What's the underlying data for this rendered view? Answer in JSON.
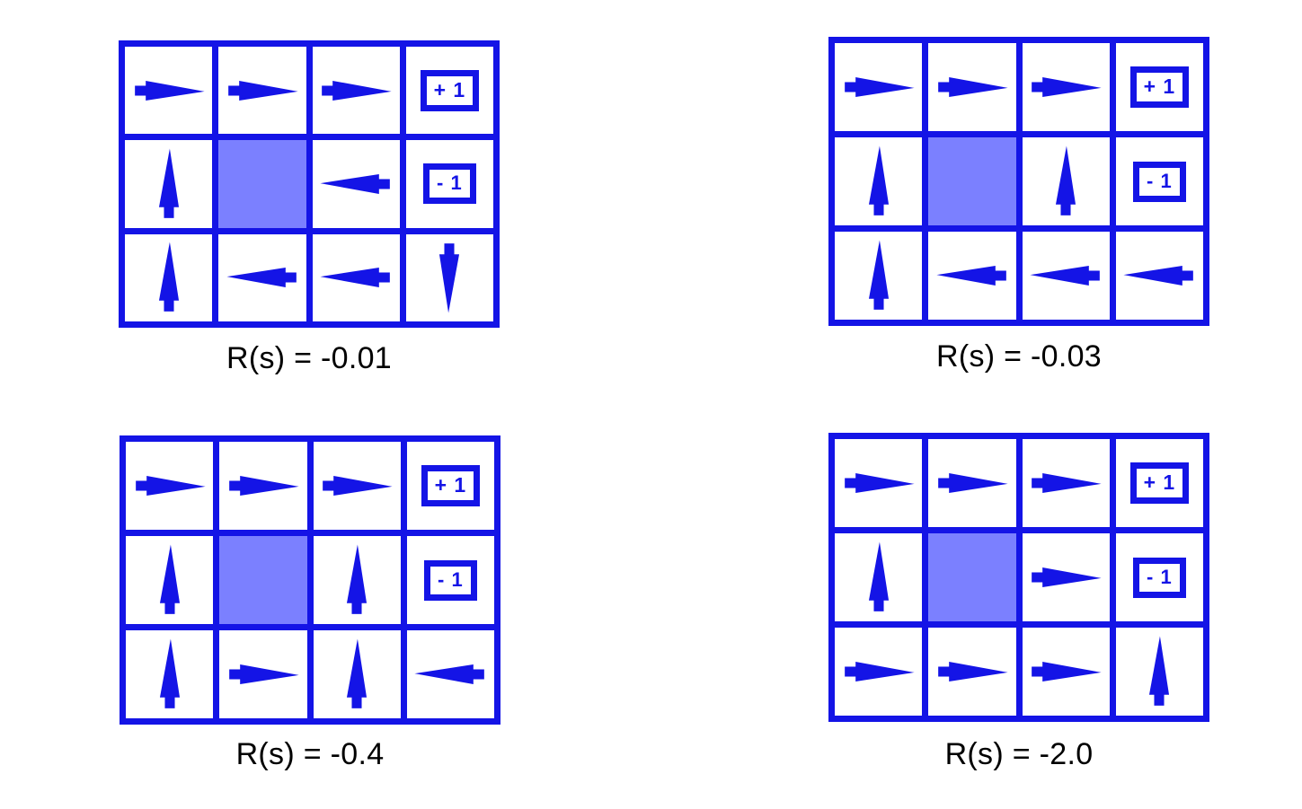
{
  "figure": {
    "title": "",
    "accent_color": "#1414E6",
    "blocked_cell_color": "#7B80FF",
    "cell_background": "#FFFFFF",
    "caption_color": "#000000",
    "background": "#FFFFFF"
  },
  "legend": {
    "positive_terminal_label": "+ 1",
    "negative_terminal_label": "- 1",
    "blocked_label": "",
    "arrow_names": {
      "up": "arrow-up-icon",
      "down": "arrow-down-icon",
      "left": "arrow-left-icon",
      "right": "arrow-right-icon"
    }
  },
  "panels": [
    {
      "id": "panel-r-0-01",
      "caption": "R(s) = -0.01",
      "rows": 3,
      "cols": 4,
      "cells": [
        [
          {
            "type": "arrow",
            "dir": "right"
          },
          {
            "type": "arrow",
            "dir": "right"
          },
          {
            "type": "arrow",
            "dir": "right"
          },
          {
            "type": "terminal",
            "label": "+ 1"
          }
        ],
        [
          {
            "type": "arrow",
            "dir": "up"
          },
          {
            "type": "blocked"
          },
          {
            "type": "arrow",
            "dir": "left"
          },
          {
            "type": "terminal",
            "label": "- 1"
          }
        ],
        [
          {
            "type": "arrow",
            "dir": "up"
          },
          {
            "type": "arrow",
            "dir": "left"
          },
          {
            "type": "arrow",
            "dir": "left"
          },
          {
            "type": "arrow",
            "dir": "down"
          }
        ]
      ]
    },
    {
      "id": "panel-r-0-03",
      "caption": "R(s) = -0.03",
      "rows": 3,
      "cols": 4,
      "cells": [
        [
          {
            "type": "arrow",
            "dir": "right"
          },
          {
            "type": "arrow",
            "dir": "right"
          },
          {
            "type": "arrow",
            "dir": "right"
          },
          {
            "type": "terminal",
            "label": "+ 1"
          }
        ],
        [
          {
            "type": "arrow",
            "dir": "up"
          },
          {
            "type": "blocked"
          },
          {
            "type": "arrow",
            "dir": "up"
          },
          {
            "type": "terminal",
            "label": "- 1"
          }
        ],
        [
          {
            "type": "arrow",
            "dir": "up"
          },
          {
            "type": "arrow",
            "dir": "left"
          },
          {
            "type": "arrow",
            "dir": "left"
          },
          {
            "type": "arrow",
            "dir": "left"
          }
        ]
      ]
    },
    {
      "id": "panel-r-0-4",
      "caption": "R(s) = -0.4",
      "rows": 3,
      "cols": 4,
      "cells": [
        [
          {
            "type": "arrow",
            "dir": "right"
          },
          {
            "type": "arrow",
            "dir": "right"
          },
          {
            "type": "arrow",
            "dir": "right"
          },
          {
            "type": "terminal",
            "label": "+ 1"
          }
        ],
        [
          {
            "type": "arrow",
            "dir": "up"
          },
          {
            "type": "blocked"
          },
          {
            "type": "arrow",
            "dir": "up"
          },
          {
            "type": "terminal",
            "label": "- 1"
          }
        ],
        [
          {
            "type": "arrow",
            "dir": "up"
          },
          {
            "type": "arrow",
            "dir": "right"
          },
          {
            "type": "arrow",
            "dir": "up"
          },
          {
            "type": "arrow",
            "dir": "left"
          }
        ]
      ]
    },
    {
      "id": "panel-r-2-0",
      "caption": "R(s) = -2.0",
      "rows": 3,
      "cols": 4,
      "cells": [
        [
          {
            "type": "arrow",
            "dir": "right"
          },
          {
            "type": "arrow",
            "dir": "right"
          },
          {
            "type": "arrow",
            "dir": "right"
          },
          {
            "type": "terminal",
            "label": "+ 1"
          }
        ],
        [
          {
            "type": "arrow",
            "dir": "up"
          },
          {
            "type": "blocked"
          },
          {
            "type": "arrow",
            "dir": "right"
          },
          {
            "type": "terminal",
            "label": "- 1"
          }
        ],
        [
          {
            "type": "arrow",
            "dir": "right"
          },
          {
            "type": "arrow",
            "dir": "right"
          },
          {
            "type": "arrow",
            "dir": "right"
          },
          {
            "type": "arrow",
            "dir": "up"
          }
        ]
      ]
    }
  ]
}
